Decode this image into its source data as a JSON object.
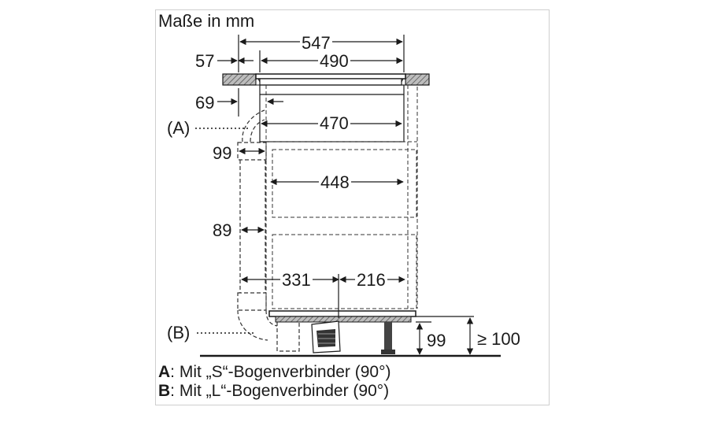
{
  "title": "Maße in mm",
  "dimensions": {
    "d547": "547",
    "d490": "490",
    "d57": "57",
    "d69": "69",
    "d470": "470",
    "d99_left": "99",
    "d448": "448",
    "d89": "89",
    "d331": "331",
    "d216": "216",
    "d99_right": "99",
    "d100": "≥ 100"
  },
  "markers": {
    "a": "(A)",
    "b": "(B)"
  },
  "legend": [
    {
      "key": "A",
      "text": ": Mit „S“-Bogenverbinder (90°)"
    },
    {
      "key": "B",
      "text": ": Mit „L“-Bogenverbinder (90°)"
    }
  ]
}
